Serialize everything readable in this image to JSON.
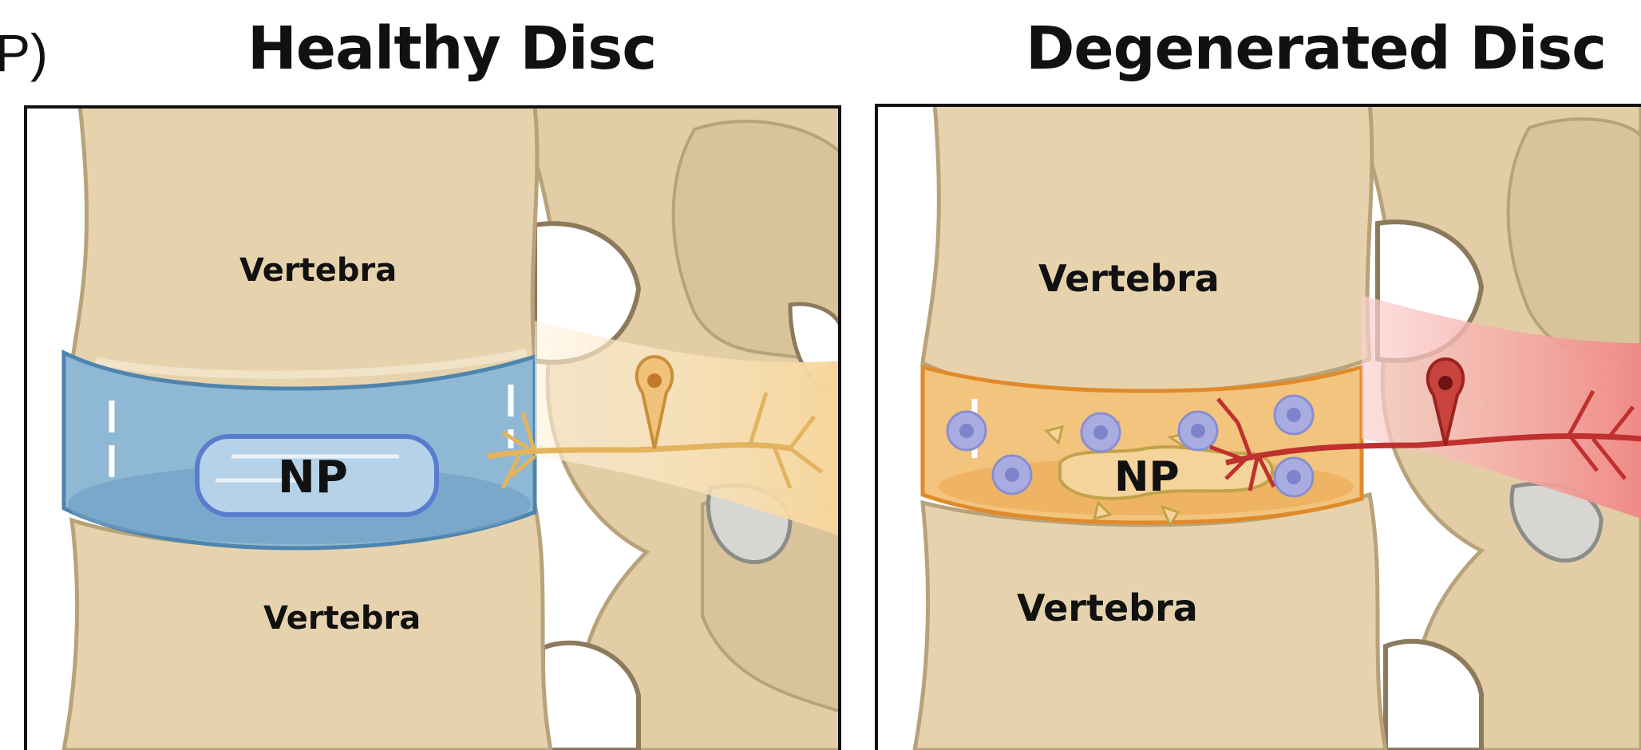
{
  "panel_letter": "P)",
  "healthy": {
    "title": "Healthy Disc",
    "upper_vertebra": "Vertebra",
    "lower_vertebra": "Vertebra",
    "nucleus": "NP"
  },
  "degenerated": {
    "title": "Degenerated Disc",
    "upper_vertebra": "Vertebra",
    "lower_vertebra": "Vertebra",
    "nucleus": "NP"
  },
  "colors": {
    "bone": "#E6D3AE",
    "bone_edge": "#C9B48A",
    "healthy_disc": "#8FB8D4",
    "degenerated_disc": "#F2C47E",
    "healthy_nerve": "#F6D59A",
    "inflamed_nerve": "#F08A86",
    "immune_cell": "#A9ACE0",
    "blood_vessel": "#C0302E"
  }
}
